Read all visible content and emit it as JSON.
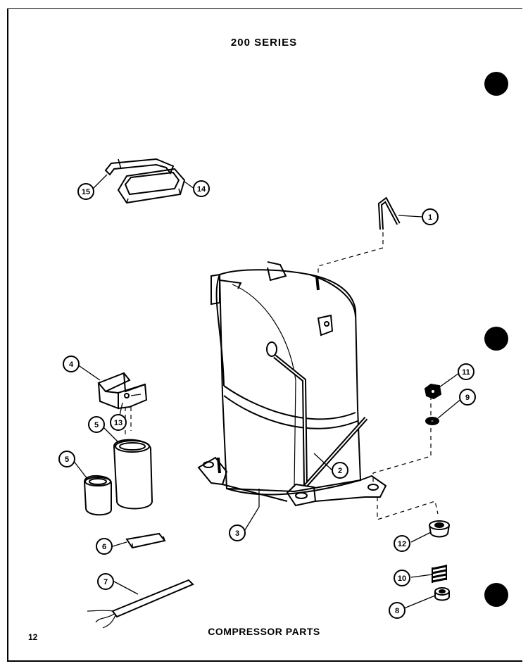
{
  "header": {
    "title": "200 SERIES"
  },
  "footer": {
    "title": "COMPRESSOR PARTS",
    "page_number": "12"
  },
  "callouts": [
    {
      "id": "15",
      "label": "15"
    },
    {
      "id": "14",
      "label": "14"
    },
    {
      "id": "1",
      "label": "1"
    },
    {
      "id": "4",
      "label": "4"
    },
    {
      "id": "13",
      "label": "13"
    },
    {
      "id": "5a",
      "label": "5"
    },
    {
      "id": "5b",
      "label": "5"
    },
    {
      "id": "11",
      "label": "11"
    },
    {
      "id": "9",
      "label": "9"
    },
    {
      "id": "2",
      "label": "2"
    },
    {
      "id": "3",
      "label": "3"
    },
    {
      "id": "6",
      "label": "6"
    },
    {
      "id": "7",
      "label": "7"
    },
    {
      "id": "12",
      "label": "12"
    },
    {
      "id": "10",
      "label": "10"
    },
    {
      "id": "8",
      "label": "8"
    }
  ]
}
